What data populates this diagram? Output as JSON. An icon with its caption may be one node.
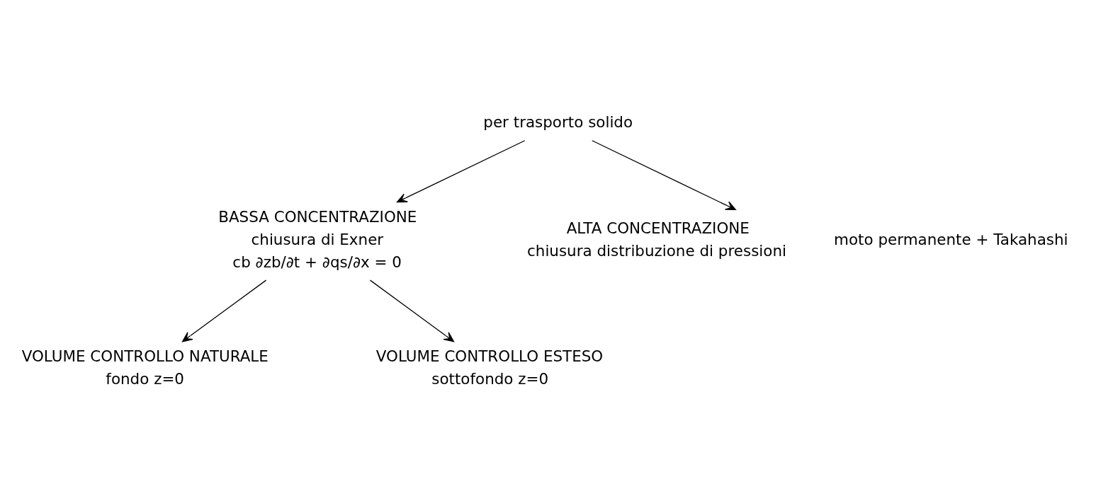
{
  "diagram": {
    "nodes": [
      {
        "text": [
          "per trasporto solido"
        ]
      },
      {
        "text": [
          "BASSA CONCENTRAZIONE",
          "chiusura di Exner",
          "cb ∂zb/∂t + ∂qs/∂x = 0"
        ]
      },
      {
        "text": [
          "ALTA CONCENTRAZIONE",
          "chiusura distribuzione di pressioni"
        ],
        "beside": [
          "moto permanente + Takahashi"
        ]
      },
      {
        "text": [
          "VOLUME CONTROLLO NATURALE",
          "fondo z=0"
        ]
      },
      {
        "text": [
          "VOLUME CONTROLLO ESTESO",
          "sottofondo z=0"
        ]
      }
    ],
    "edges": [
      {
        "from": 0,
        "to": 1,
        "arrow": "to"
      },
      {
        "from": 0,
        "to": 2,
        "arrow": "to"
      },
      {
        "from": 1,
        "to": 3,
        "arrow": "to"
      },
      {
        "from": 1,
        "to": 4,
        "arrow": "to"
      }
    ]
  }
}
